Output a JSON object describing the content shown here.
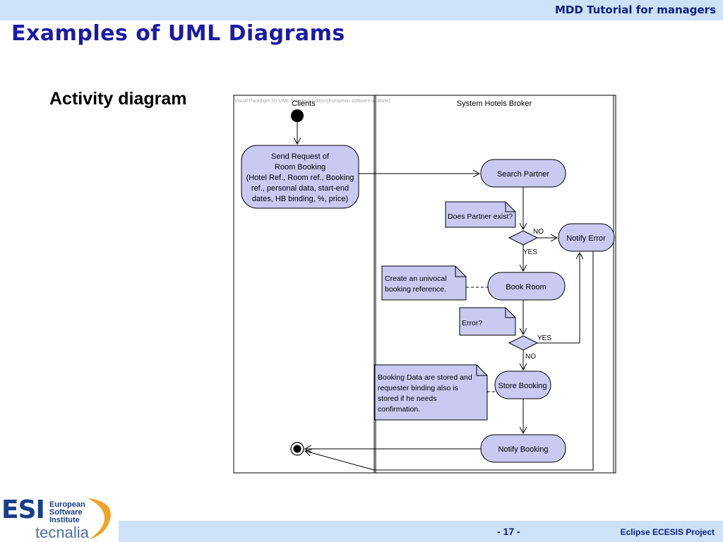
{
  "header": {
    "title": "MDD Tutorial for managers"
  },
  "slide": {
    "title": "Examples of UML Diagrams",
    "subtitle": "Activity diagram"
  },
  "diagram": {
    "watermark": "Visual Paradigm for UML Standard Edition(European software institute)",
    "lanes": {
      "left": "Clients",
      "right": "System Hotels Broker"
    },
    "nodes": {
      "send_request": [
        "Send Request of",
        "Room Booking",
        "(Hotel Ref., Room  ref., Booking",
        "ref., personal data, start-end",
        "dates,  HB binding, %, price)"
      ],
      "search_partner": "Search Partner",
      "notify_error": "Notify Error",
      "book_room": "Book Room",
      "store_booking": "Store Booking",
      "notify_booking": "Notify Booking"
    },
    "notes": {
      "partner_exist": "Does Partner exist?",
      "univocal": [
        "Create an univocal",
        "booking reference."
      ],
      "error": "Error?",
      "booking_data": [
        "Booking Data are stored and",
        "requester binding also is",
        "stored if he needs",
        "confirmation."
      ]
    },
    "guards": {
      "no1": "NO",
      "yes1": "YES",
      "yes2": "YES",
      "no2": "NO"
    }
  },
  "footer": {
    "page": "- 17 -",
    "project": "Eclipse ECESIS Project"
  },
  "logo": {
    "esi": "ESI",
    "line1": "European",
    "line2": "Software",
    "line3": "Institute",
    "tecnalia": "tecnalia"
  },
  "colors": {
    "node_fill": "#c9c9f2",
    "title_blue": "#1a1aa6",
    "bar_blue": "#cde2f7"
  }
}
